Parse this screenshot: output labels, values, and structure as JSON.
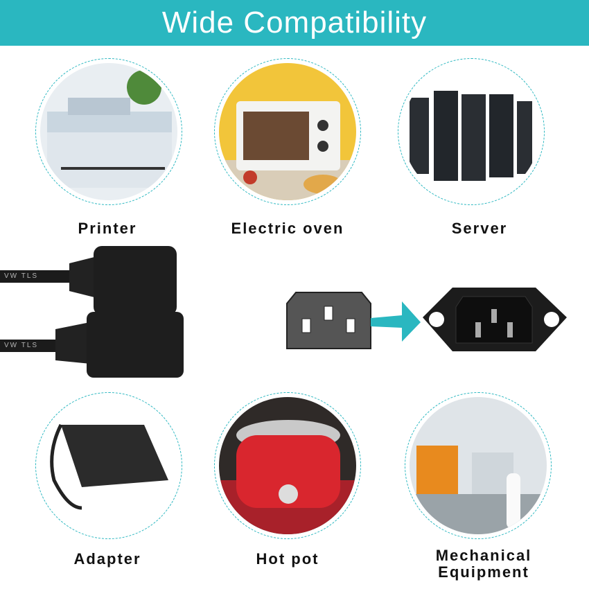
{
  "header": {
    "title": "Wide Compatibility",
    "color": "#2ab7c0"
  },
  "applications": [
    {
      "label": "Printer",
      "icon": "printer-image"
    },
    {
      "label": "Electric oven",
      "icon": "oven-image"
    },
    {
      "label": "Server",
      "icon": "server-image"
    },
    {
      "label": "Adapter",
      "icon": "adapter-image"
    },
    {
      "label": "Hot pot",
      "icon": "hot-pot-image"
    },
    {
      "label": "Mechanical\nEquipment",
      "label_line1": "Mechanical",
      "label_line2": "Equipment",
      "icon": "factory-image"
    }
  ],
  "connector": {
    "cable_print": "VW TLS",
    "arrow_color": "#2ab7c0"
  }
}
